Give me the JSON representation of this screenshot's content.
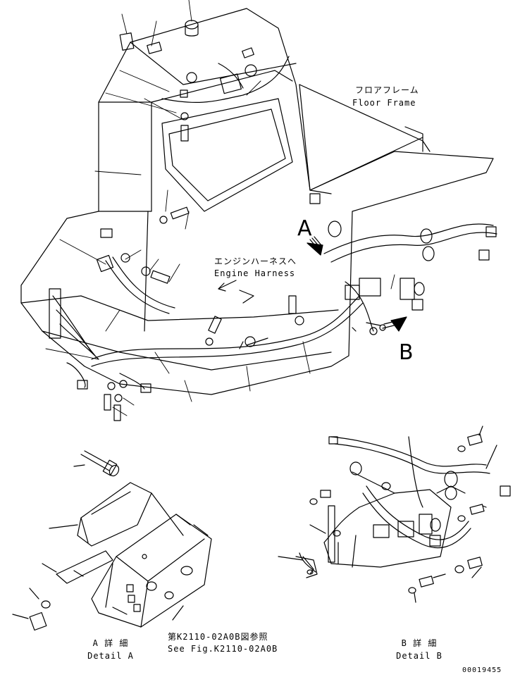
{
  "labels": {
    "floor_frame_jp": "フロアフレーム",
    "floor_frame_en": "Floor Frame",
    "engine_harness_jp": "エンジンハーネスへ",
    "engine_harness_en": "Engine Harness",
    "view_a": "A",
    "view_b": "B",
    "detail_a_jp": "A 詳 細",
    "detail_a_en": "Detail A",
    "detail_b_jp": "B 詳 細",
    "detail_b_en": "Detail B",
    "see_fig_jp": "第K2110-02A0B図参照",
    "see_fig_en": "See Fig.K2110-02A0B",
    "drawing_number": "00019455"
  },
  "colors": {
    "line": "#000000",
    "background": "#ffffff"
  }
}
